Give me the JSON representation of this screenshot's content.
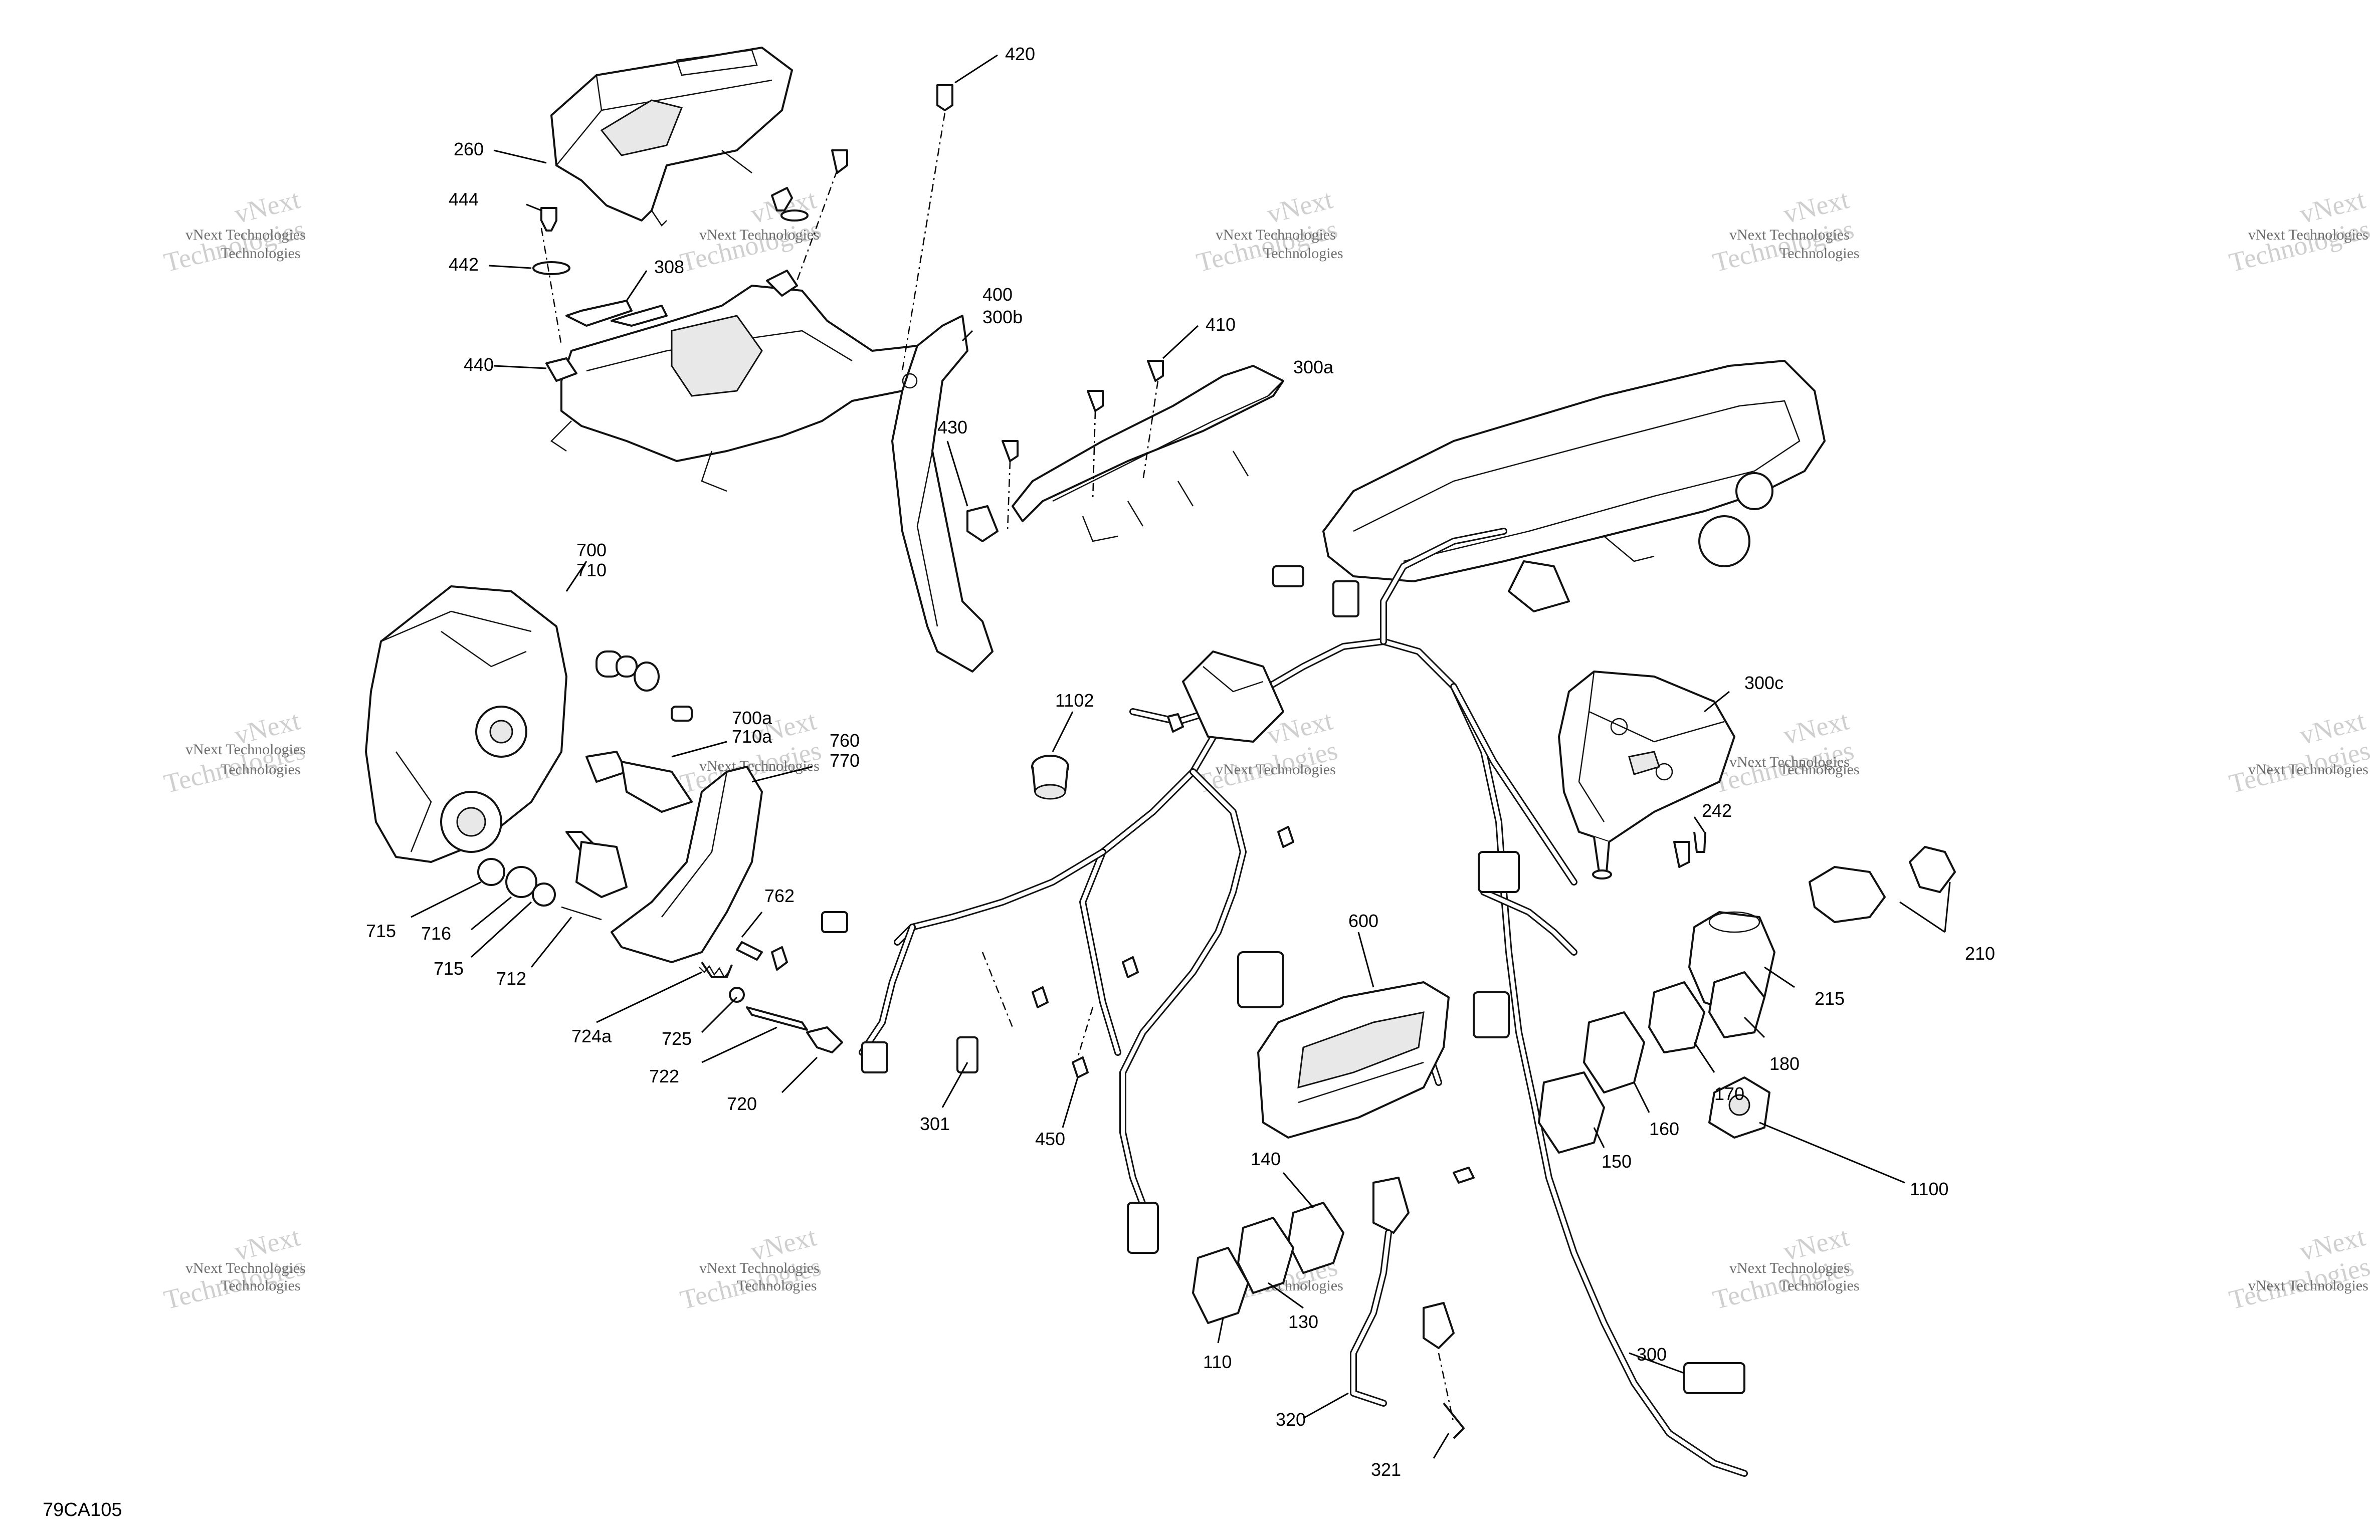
{
  "drawing": {
    "ref_code": "79CA105"
  },
  "watermark": {
    "line1": "vNext Technologies",
    "line2": "Technologies",
    "line3": "vNext"
  },
  "labels": {
    "p420": "420",
    "p260": "260",
    "p444": "444",
    "p442": "442",
    "p308": "308",
    "p440": "440",
    "p400": "400",
    "p300b": "300b",
    "p410": "410",
    "p300a": "300a",
    "p430": "430",
    "p700": "700",
    "p710": "710",
    "p700a": "700a",
    "p710a": "710a",
    "p760": "760",
    "p770": "770",
    "p1102": "1102",
    "p300c": "300c",
    "p242": "242",
    "p210": "210",
    "p215": "215",
    "p715a": "715",
    "p716": "716",
    "p715b": "715",
    "p712": "712",
    "p762": "762",
    "p724a": "724a",
    "p725": "725",
    "p722": "722",
    "p720": "720",
    "p301": "301",
    "p450": "450",
    "p600": "600",
    "p180": "180",
    "p170": "170",
    "p160": "160",
    "p150": "150",
    "p1100": "1100",
    "p140": "140",
    "p130": "130",
    "p110": "110",
    "p300": "300",
    "p320": "320",
    "p321": "321"
  }
}
